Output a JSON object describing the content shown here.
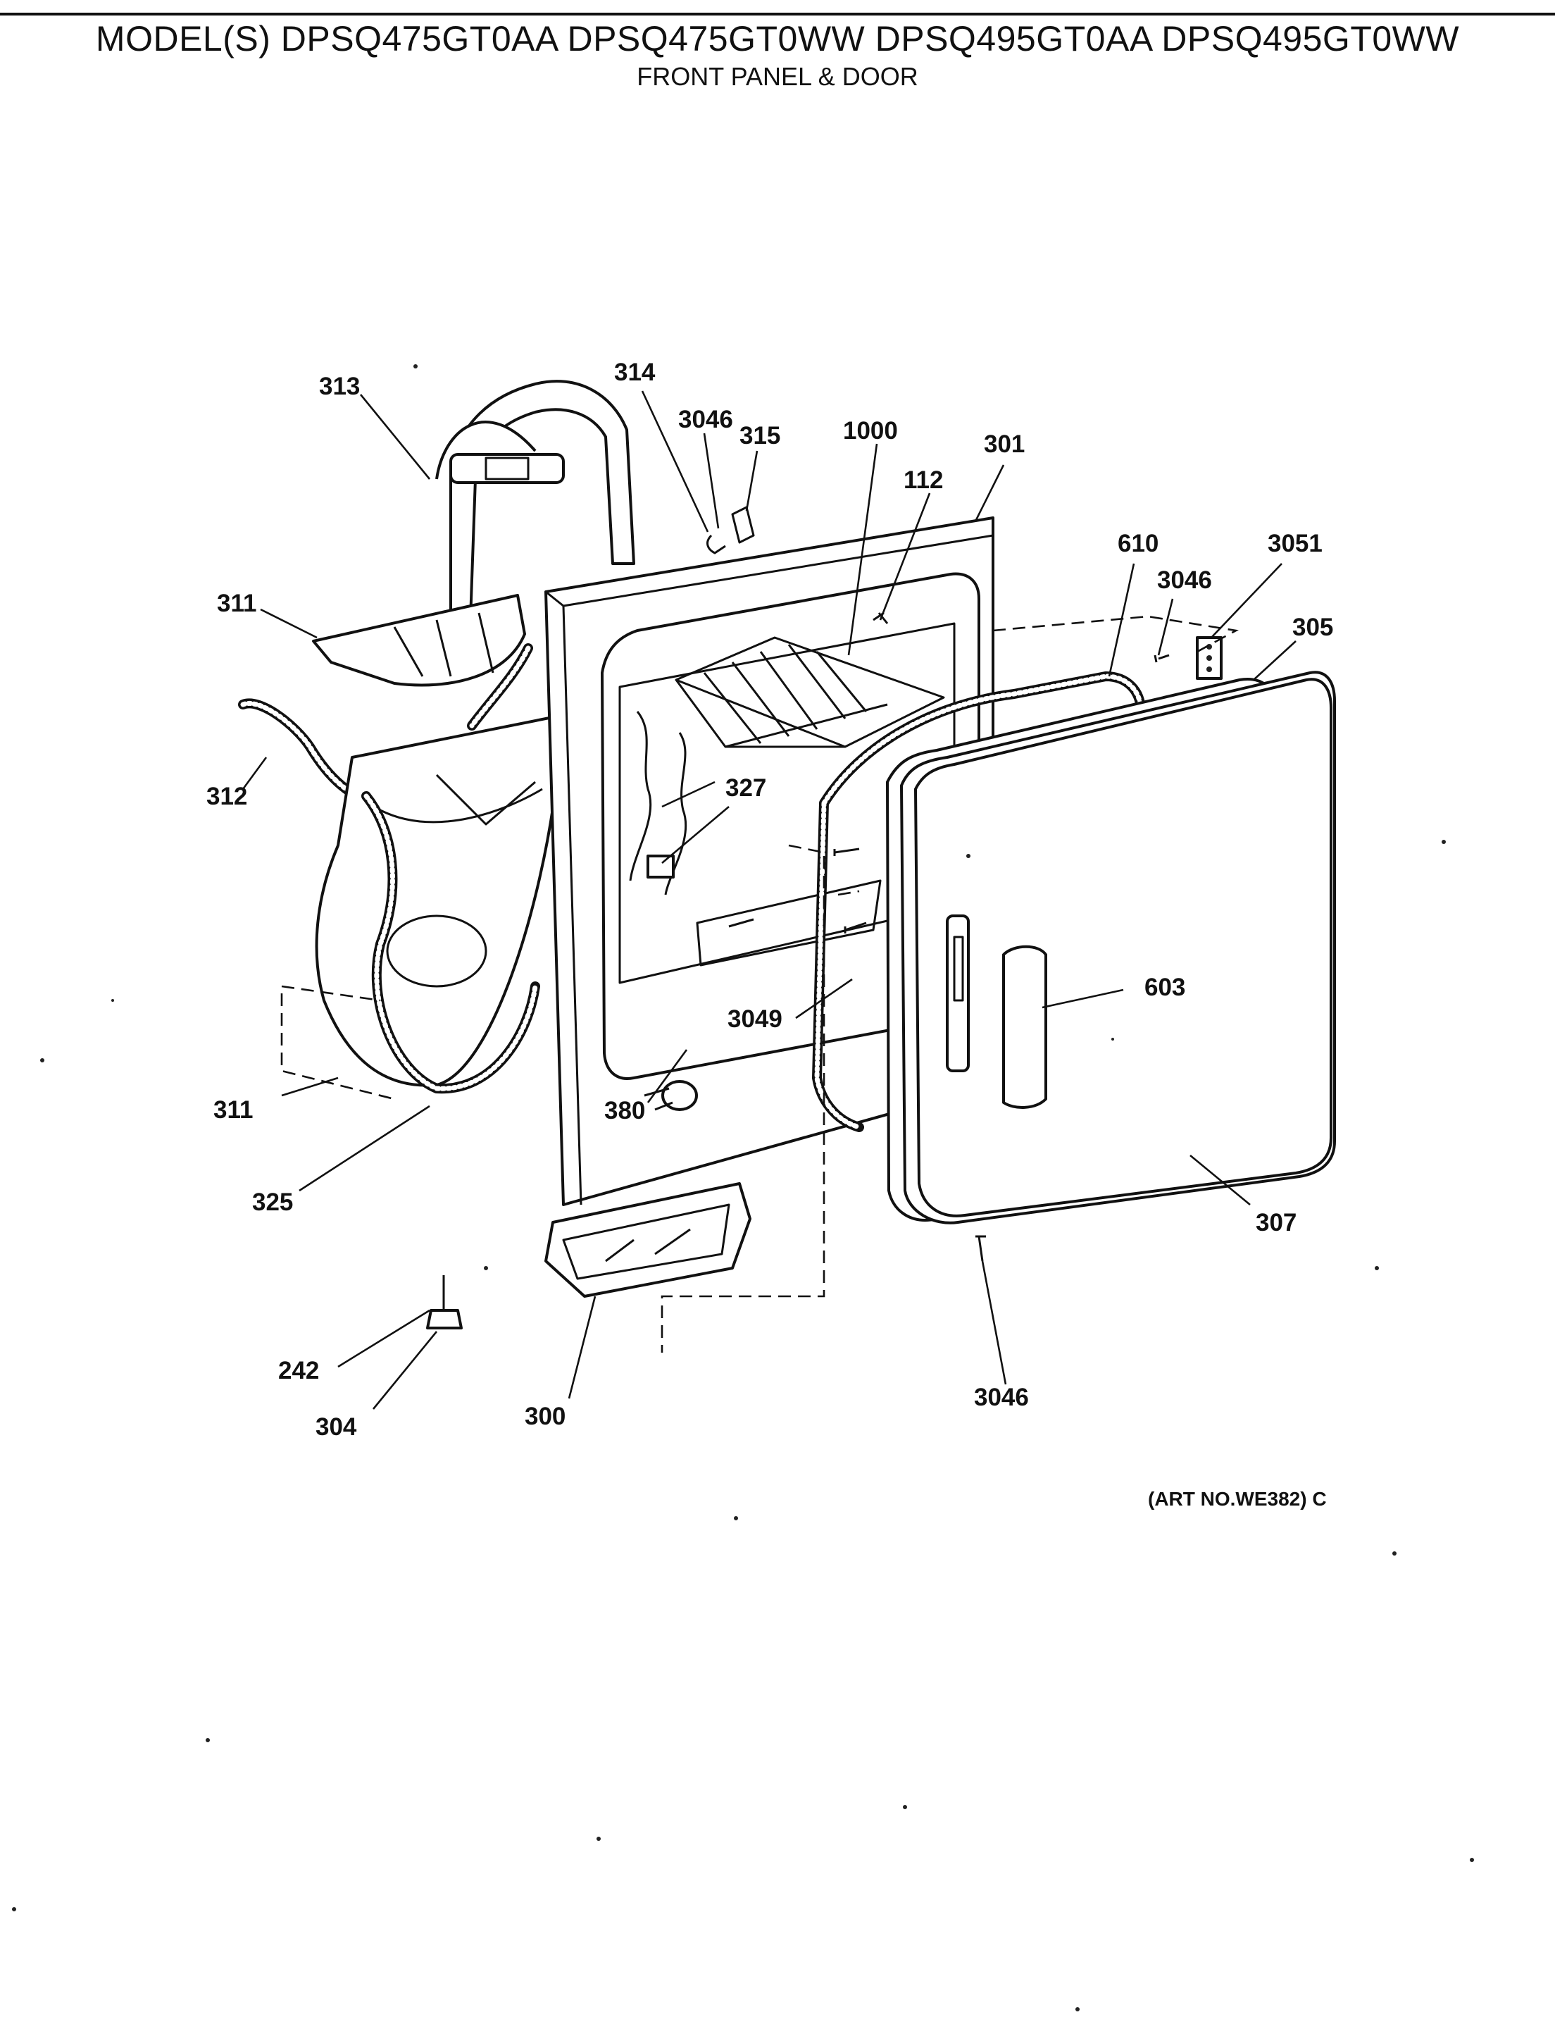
{
  "header": {
    "models": "MODEL(S) DPSQ475GT0AA DPSQ475GT0WW DPSQ495GT0AA DPSQ495GT0WW",
    "section": "FRONT PANEL & DOOR"
  },
  "callouts": {
    "c313": "313",
    "c314": "314",
    "c3046_top": "3046",
    "c315": "315",
    "c1000": "1000",
    "c301": "301",
    "c112": "112",
    "c610": "610",
    "c3051": "3051",
    "c3046_right": "3046",
    "c305": "305",
    "c311_top": "311",
    "c312": "312",
    "c327": "327",
    "c603": "603",
    "c3049": "3049",
    "c311_bottom": "311",
    "c380": "380",
    "c325": "325",
    "c307": "307",
    "c242": "242",
    "c304": "304",
    "c300": "300",
    "c3046_bottom": "3046"
  },
  "footer": {
    "art_no": "(ART NO.WE382) C"
  }
}
